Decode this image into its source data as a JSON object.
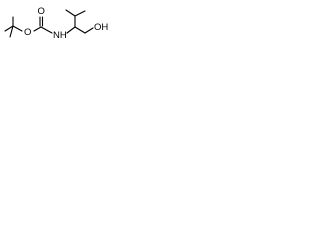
{
  "molecule": {
    "atoms": {
      "carbonyl_oxygen": "O",
      "ester_oxygen": "O",
      "amine": "NH",
      "hydroxyl": "OH"
    },
    "bond_color": "#000000",
    "background": "#ffffff"
  }
}
